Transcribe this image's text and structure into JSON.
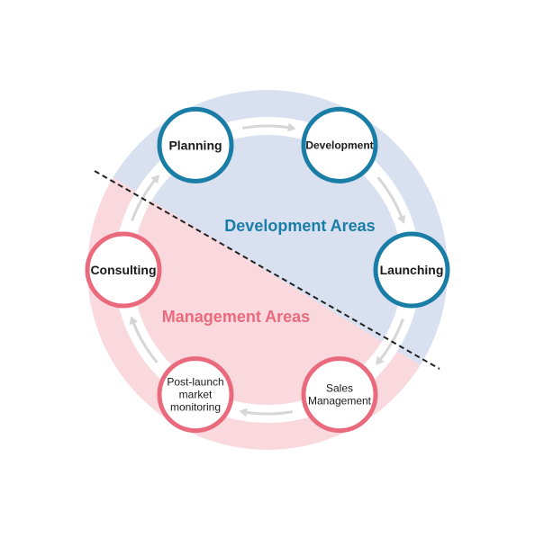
{
  "colors": {
    "dev_blue": "#1a7da6",
    "dev_fill": "#d9e1f1",
    "mgmt_red": "#ea6a7d",
    "mgmt_fill": "#f9d9de",
    "arrow_gray": "#d6d6d6",
    "divider": "#222222"
  },
  "areas": {
    "development": "Development Areas",
    "management": "Management Areas"
  },
  "nodes": [
    {
      "id": "planning",
      "lines": [
        "Planning"
      ],
      "area": "development"
    },
    {
      "id": "development",
      "lines": [
        "Development"
      ],
      "area": "development"
    },
    {
      "id": "launching",
      "lines": [
        "Launching"
      ],
      "area": "development"
    },
    {
      "id": "sales-management",
      "lines": [
        "Sales",
        "Management"
      ],
      "area": "management"
    },
    {
      "id": "post-launch-market-monitoring",
      "lines": [
        "Post-launch",
        "market",
        "monitoring"
      ],
      "area": "management"
    },
    {
      "id": "consulting",
      "lines": [
        "Consulting"
      ],
      "area": "management"
    }
  ]
}
